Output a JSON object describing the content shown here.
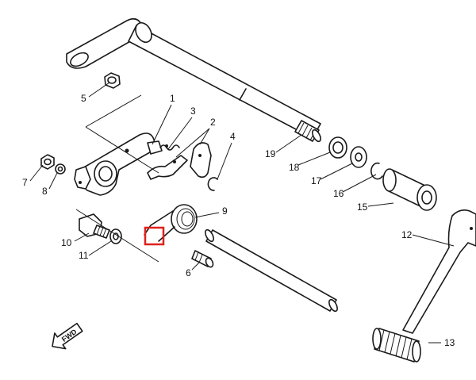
{
  "labels": {
    "n1": "1",
    "n2": "2",
    "n3": "3",
    "n4": "4",
    "n5": "5",
    "n6": "6",
    "n7": "7",
    "n8": "8",
    "n9": "9",
    "n10": "10",
    "n11": "11",
    "n12": "12",
    "n13": "13",
    "n15": "15",
    "n16": "16",
    "n17": "17",
    "n18": "18",
    "n19": "19"
  },
  "fwd_label": "FWD",
  "highlight_color": "#e0201c"
}
